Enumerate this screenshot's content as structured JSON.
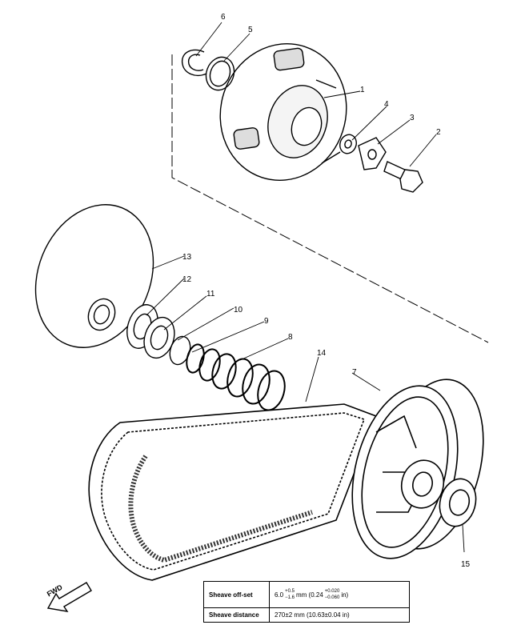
{
  "callouts": [
    "1",
    "2",
    "3",
    "4",
    "5",
    "6",
    "7",
    "8",
    "9",
    "10",
    "11",
    "12",
    "13",
    "14",
    "15"
  ],
  "fwd_label": "FWD",
  "spec_table": {
    "sheave_offset": {
      "label": "Sheave off-set",
      "value": "6.0",
      "tol_plus": "+0.5",
      "tol_minus": "−1.6",
      "unit": "mm",
      "inch_value": "(0.24",
      "inch_tol_plus": "+0.020",
      "inch_tol_minus": "−0.060",
      "inch_unit": "in)"
    },
    "sheave_distance": {
      "label": "Sheave distance",
      "value": "270±2 mm (10.63±0.04 in)"
    }
  }
}
